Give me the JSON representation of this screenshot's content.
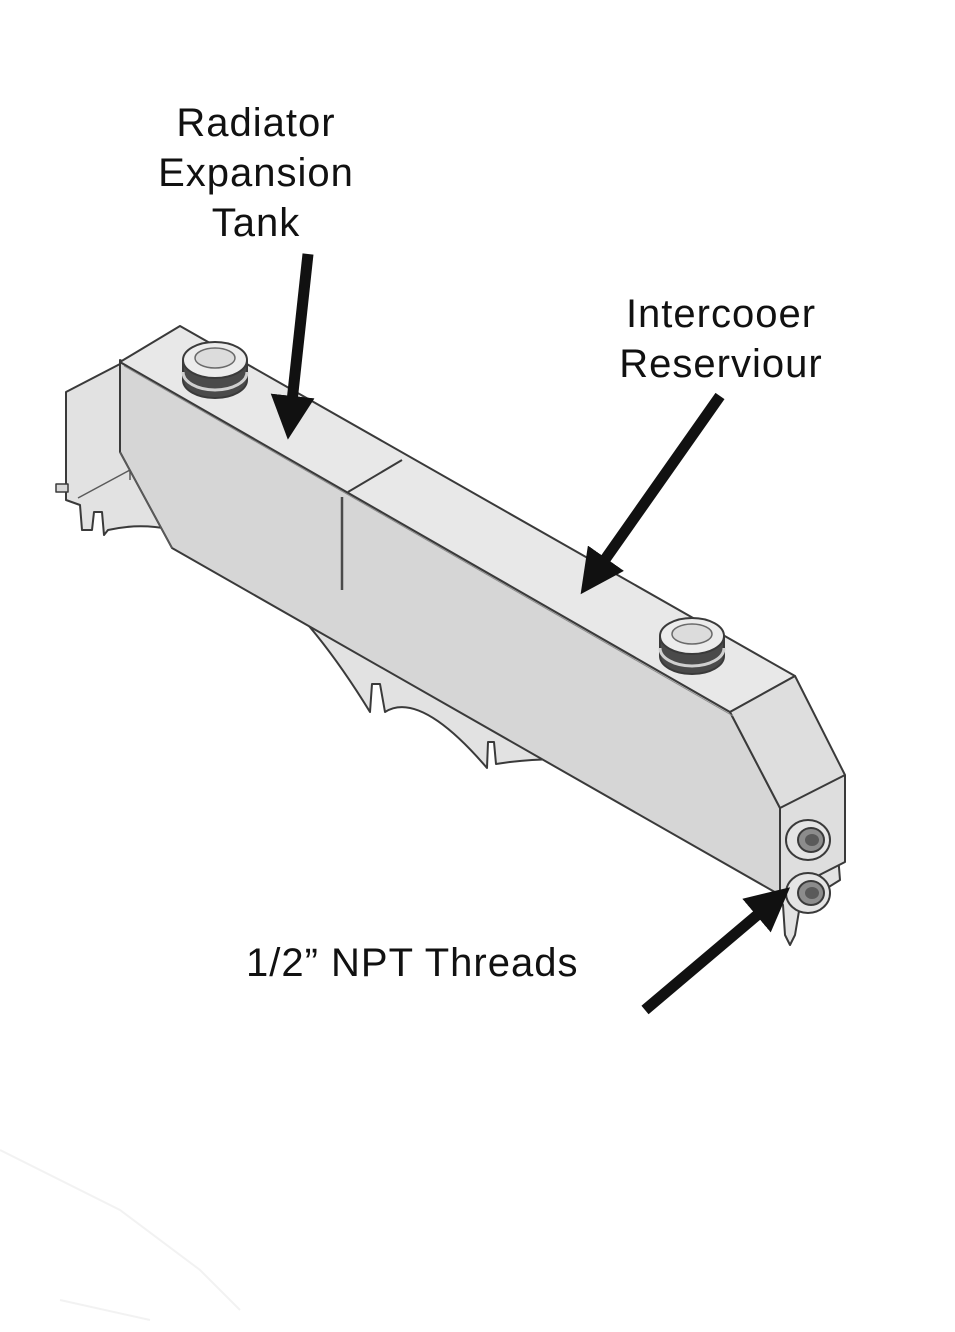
{
  "labels": {
    "radiator": {
      "line1": "Radiator",
      "line2": "Expansion",
      "line3": "Tank"
    },
    "intercooler": {
      "line1": "Intercooer",
      "line2": "Reserviour"
    },
    "npt": {
      "line1": "1/2” NPT Threads"
    }
  },
  "colors": {
    "background": "#ffffff",
    "tank_top": "#e6e6e6",
    "tank_front": "#d2d2d2",
    "tank_end": "#dcdcdc",
    "bracket": "#e0e0e0",
    "outline": "#3a3a3a",
    "arrow": "#111111",
    "text": "#111111"
  },
  "icons": {
    "caps": "filler-cap-icon",
    "fittings": "pipe-fitting-icon"
  }
}
